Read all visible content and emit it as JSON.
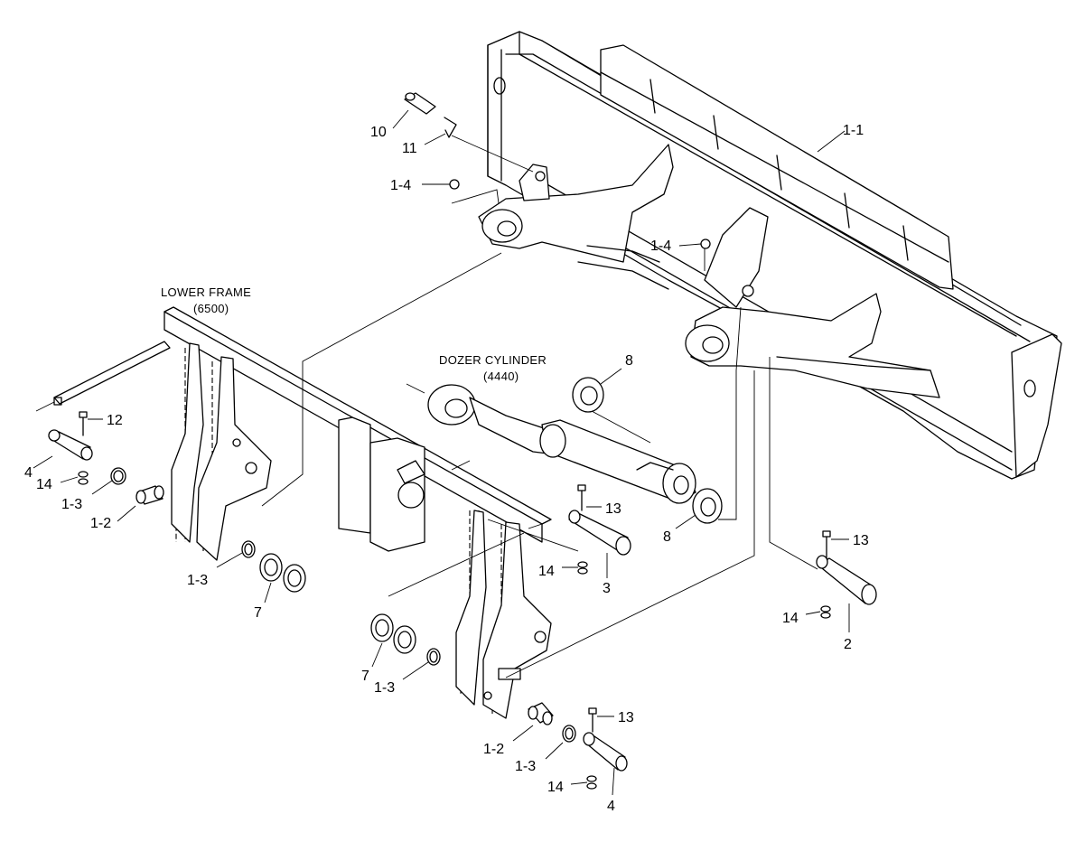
{
  "titles": {
    "lower_frame": "LOWER FRAME",
    "lower_frame_code": "(6500)",
    "dozer_cylinder": "DOZER CYLINDER",
    "dozer_cylinder_code": "(4440)"
  },
  "callouts": {
    "c_10": "10",
    "c_11": "11",
    "c_1_4_left": "1-4",
    "c_1_4_mid": "1-4",
    "c_1_1": "1-1",
    "c_8_top": "8",
    "c_8_bottom": "8",
    "c_12": "12",
    "c_4_left": "4",
    "c_14_left": "14",
    "c_1_3_a": "1-3",
    "c_1_2_left": "1-2",
    "c_1_3_b": "1-3",
    "c_7_left": "7",
    "c_13_mid": "13",
    "c_14_mid": "14",
    "c_3": "3",
    "c_13_right": "13",
    "c_14_right": "14",
    "c_2": "2",
    "c_7_bottom": "7",
    "c_1_3_c": "1-3",
    "c_13_bottom": "13",
    "c_1_2_bottom": "1-2",
    "c_1_3_d": "1-3",
    "c_14_bottom": "14",
    "c_4_bottom": "4"
  }
}
